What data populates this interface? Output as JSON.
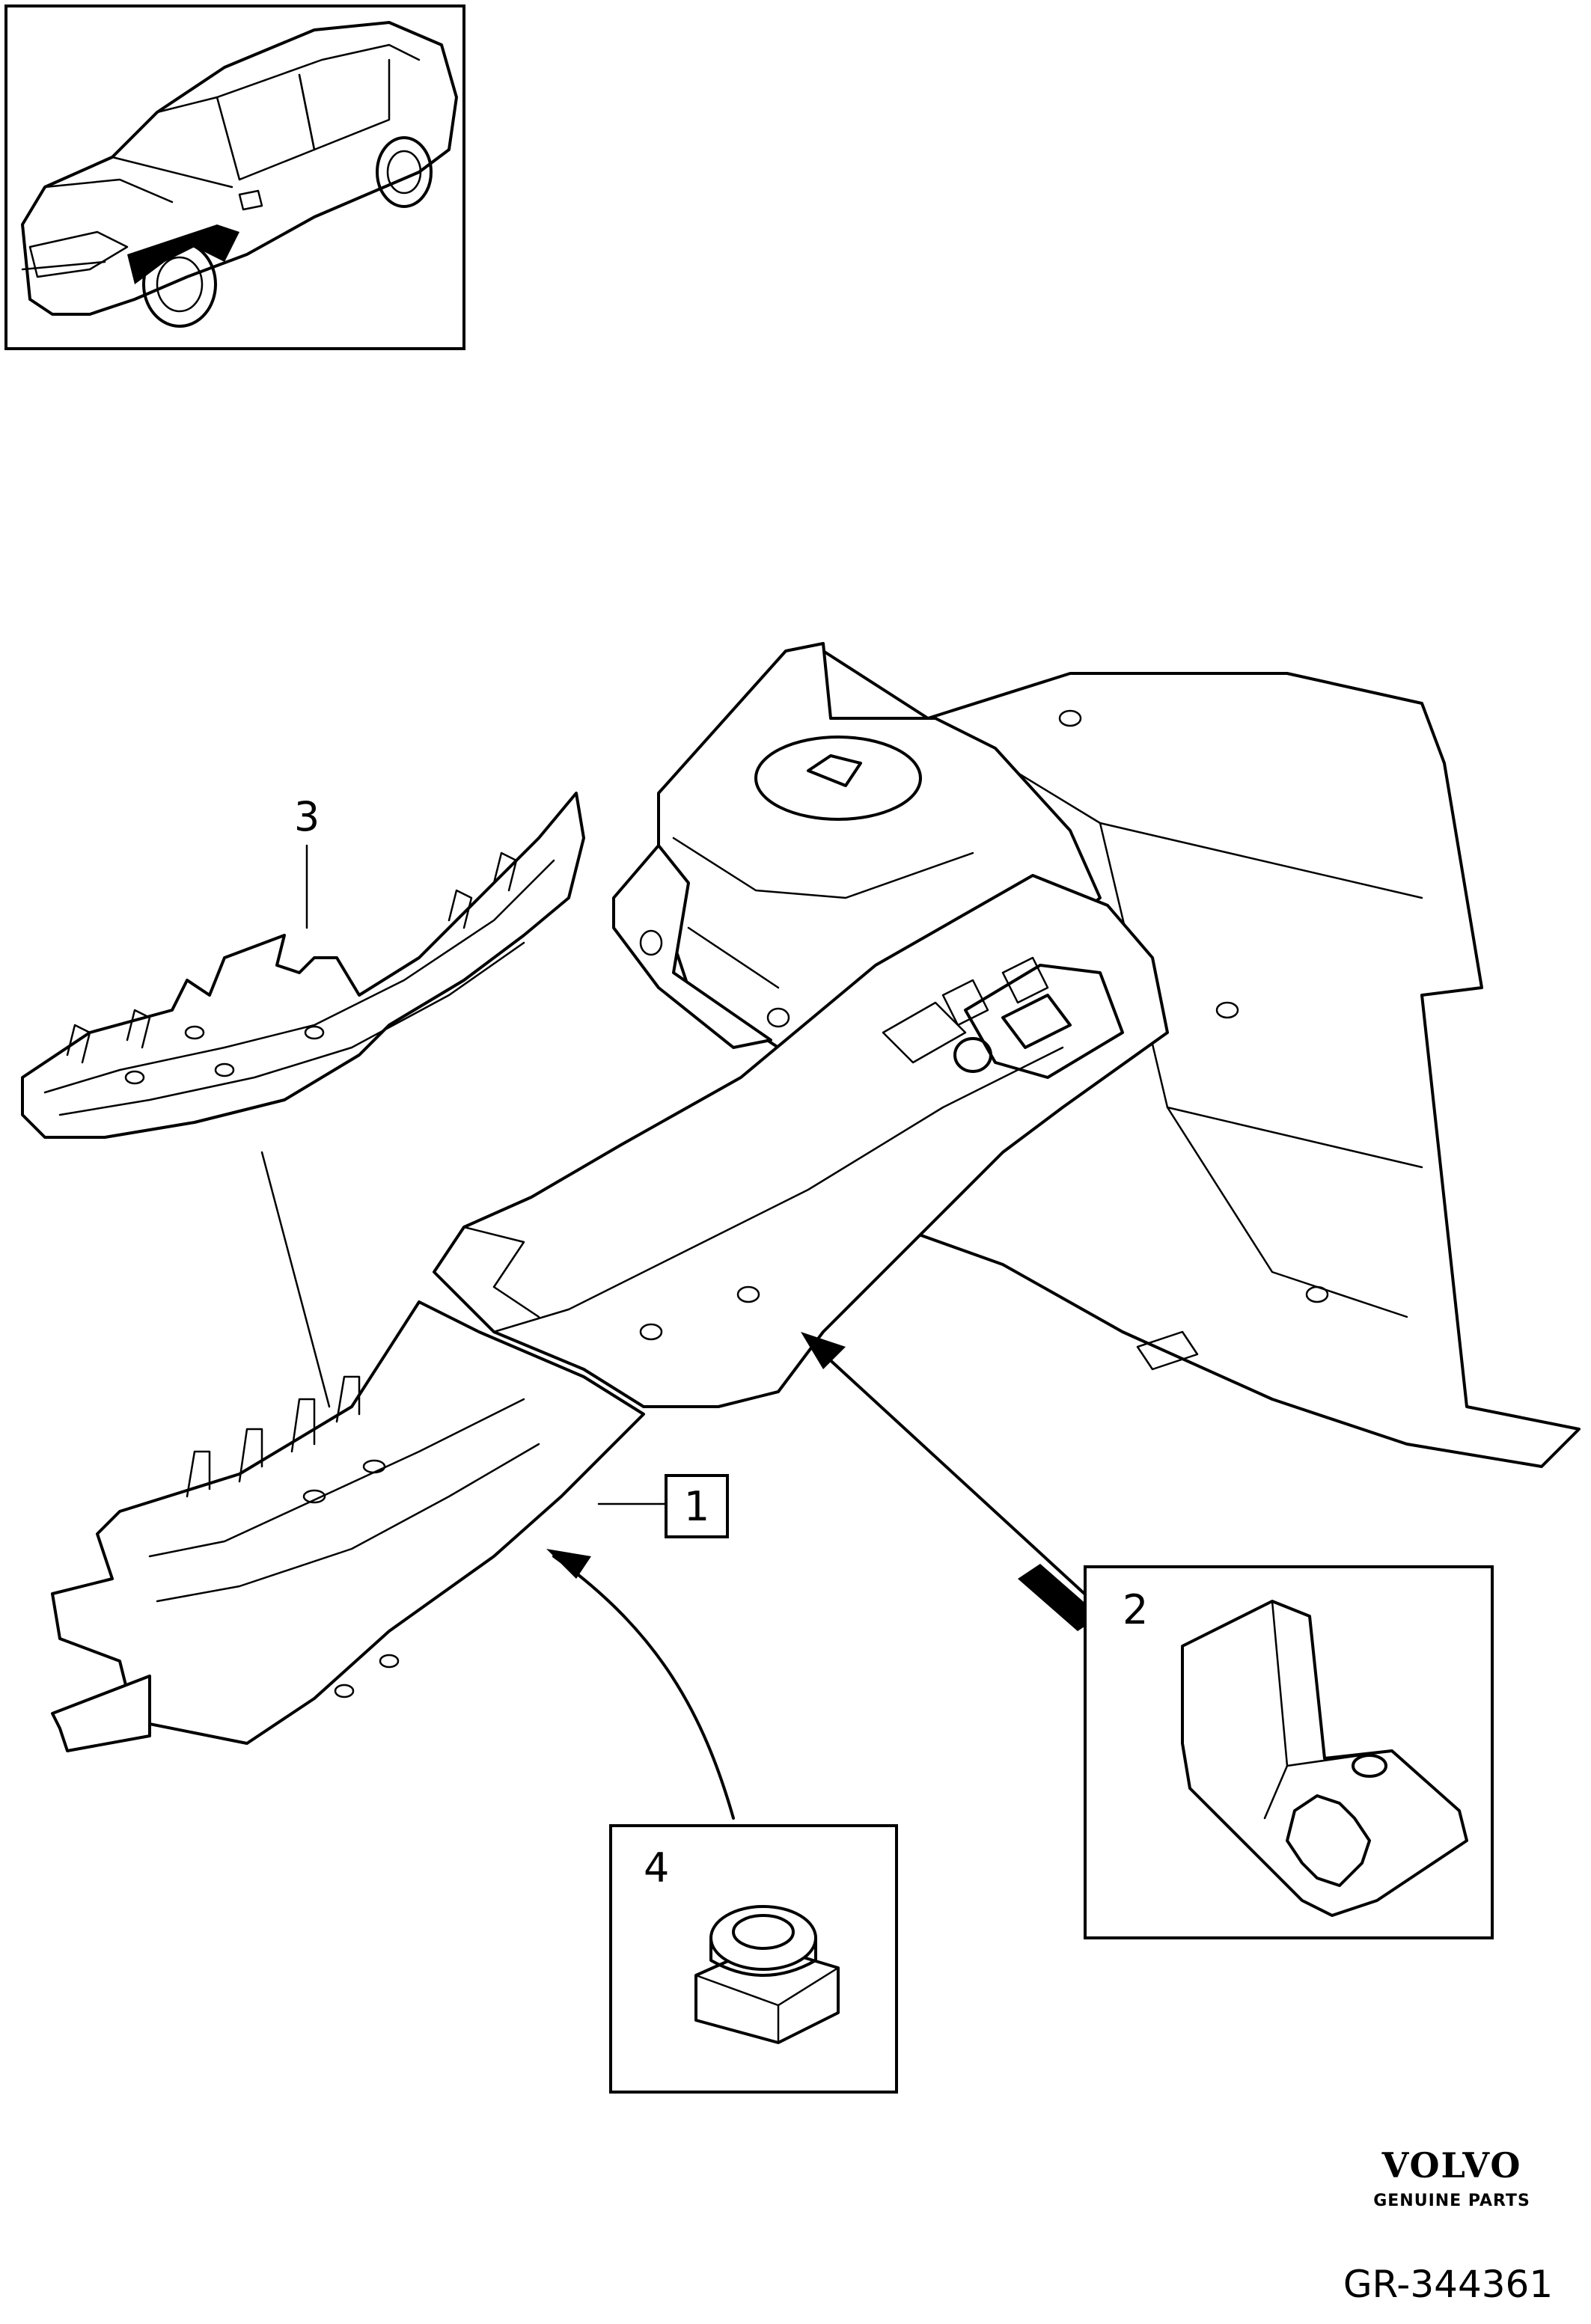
{
  "callouts": {
    "c1": "1",
    "c2": "2",
    "c3": "3",
    "c4": "4"
  },
  "branding": {
    "brand": "VOLVO",
    "tagline": "GENUINE PARTS",
    "reference": "GR-344361"
  }
}
